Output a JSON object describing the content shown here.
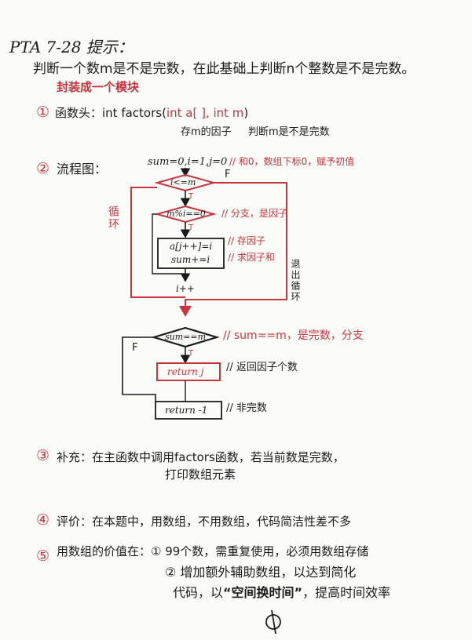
{
  "title": "PTA 7-28 提示：",
  "intro": "判断一个数m是不是完数，在此基础上判断n个整数是不是完数。",
  "sub_note": "封装成一个模块",
  "s1": {
    "marker": "①",
    "text_a": "函数头：int factors(",
    "text_b": "int a[ ], int m",
    "text_c": ")",
    "line2_a": "存m的因子",
    "line2_b": "判断m是不是完数"
  },
  "s2": {
    "marker": "②",
    "label": "流程图：",
    "init": "sum=0,i=1,j=0",
    "init_note": "// 和0，数组下标0，赋予初值",
    "cond_loop": "i<=m",
    "f1": "F",
    "t1": "T",
    "cond_mod": "m%i==0",
    "cond_mod_note": "// 分支，是因子",
    "t2": "T",
    "box_a": "a[j++]=i",
    "box_b": "sum+=i",
    "box_a_note": "// 存因子",
    "box_b_note": "// 求因子和",
    "incr": "i++",
    "loop_label": "循环",
    "exit_label": "退出循环",
    "cond_sum": "sum==m",
    "cond_sum_note": "// sum==m，是完数，分支",
    "f2": "F",
    "t3": "T",
    "ret_j": "return j",
    "ret_j_note": "// 返回因子个数",
    "ret_neg": "return -1",
    "ret_neg_note": "// 非完数"
  },
  "s3": {
    "marker": "③",
    "line1": "补充：在主函数中调用factors函数，若当前数是完数，",
    "line2": "打印数组元素"
  },
  "s4": {
    "marker": "④",
    "text": "评价：在本题中，用数组，不用数组，代码简洁性差不多"
  },
  "s5": {
    "marker": "⑤",
    "line1": "用数组的价值在：① 99个数，需重复使用，必须用数组存储",
    "line2": "② 增加额外辅助数组，以达到简化",
    "line3_a": "代码，以",
    "line3_b": "“空间换时间”",
    "line3_c": "，提高时间效率"
  },
  "end_mark": "Φ",
  "colors": {
    "ink": "#1b1b1b",
    "red": "#c8343e",
    "paper": "#fbfbf8"
  }
}
